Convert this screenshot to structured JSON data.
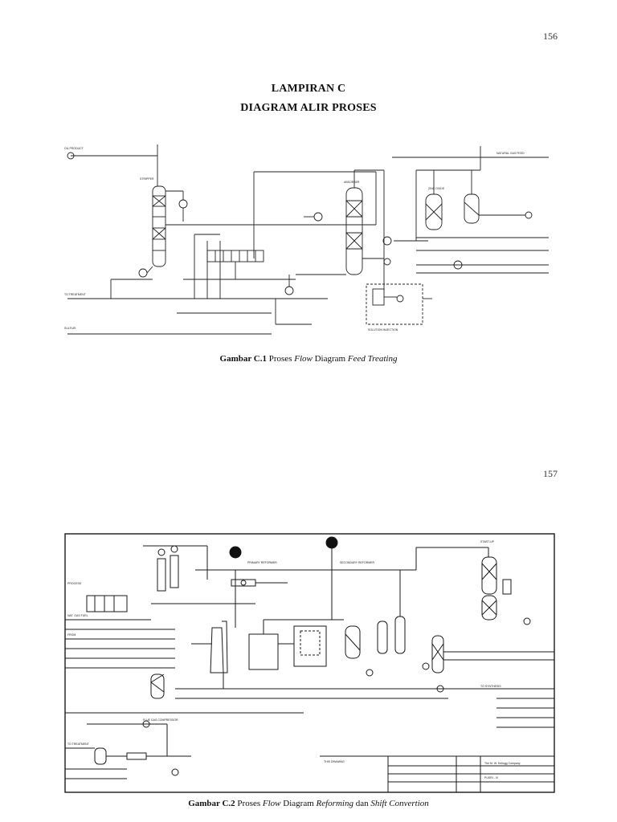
{
  "page1": {
    "page_number": "156",
    "heading_line1": "LAMPIRAN C",
    "heading_line2": "DIAGRAM ALIR PROSES",
    "caption": {
      "label": "Gambar C.1",
      "text1": " Proses ",
      "italic1": "Flow",
      "text2": " Diagram ",
      "italic2": "Feed Treating"
    }
  },
  "page2": {
    "page_number": "157",
    "caption": {
      "label": "Gambar C.2",
      "text1": " Proses ",
      "italic1": "Flow",
      "text2": " Diagram ",
      "italic2": "Reforming",
      "text3": " dan ",
      "italic3": "Shift Convertion"
    }
  },
  "colors": {
    "ink": "#111111",
    "page": "#ffffff"
  }
}
